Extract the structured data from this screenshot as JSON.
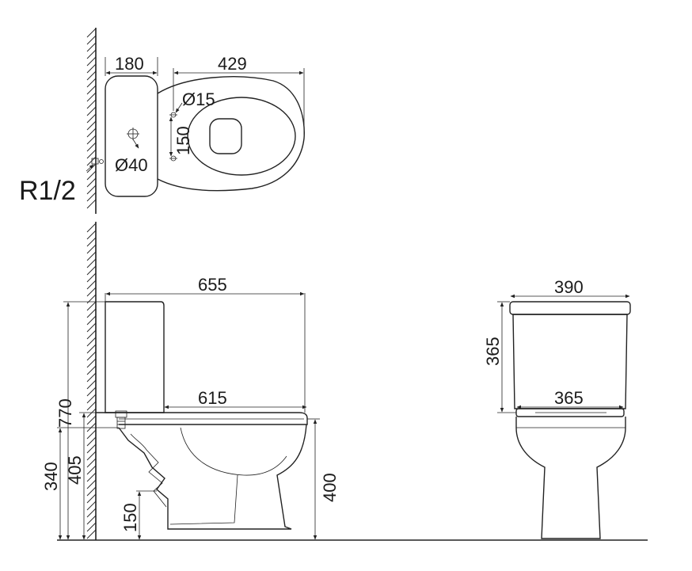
{
  "labels": {
    "top_tank_depth": "180",
    "top_bowl_length": "429",
    "top_bolt_dia": "Ø15",
    "top_bolt_spacing": "150",
    "top_inlet_dia": "Ø40",
    "water_inlet": "R1/2",
    "side_total_length": "655",
    "side_bowl_length": "615",
    "side_total_height": "770",
    "side_inlet_height": "405",
    "side_outlet_height": "340",
    "side_seat_height": "400",
    "side_outlet_diameter": "150",
    "front_tank_width": "390",
    "front_tank_height": "365",
    "front_seat_width": "365"
  }
}
